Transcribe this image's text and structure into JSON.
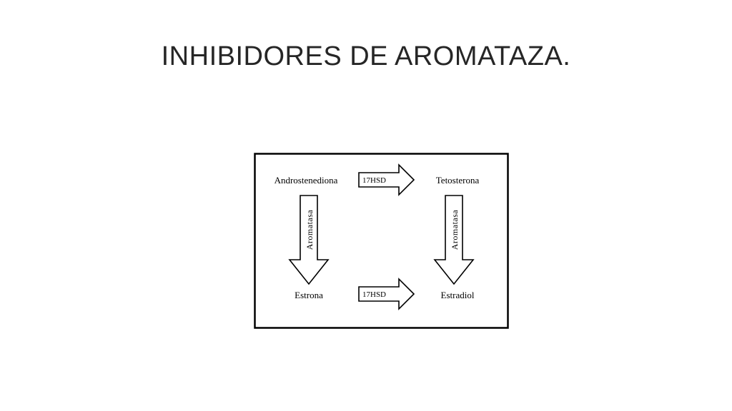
{
  "slide": {
    "title": "INHIBIDORES DE AROMATAZA."
  },
  "diagram": {
    "nodes": {
      "top_left": "Androstenediona",
      "top_right": "Tetosterona",
      "bottom_left": "Estrona",
      "bottom_right": "Estradiol"
    },
    "arrows": {
      "top_horizontal": "17HSD",
      "bottom_horizontal": "17HSD",
      "left_vertical": "Aromatasa",
      "right_vertical": "Aromatasa"
    },
    "colors": {
      "stroke": "#000000",
      "fill": "#ffffff",
      "title": "#262626"
    }
  }
}
